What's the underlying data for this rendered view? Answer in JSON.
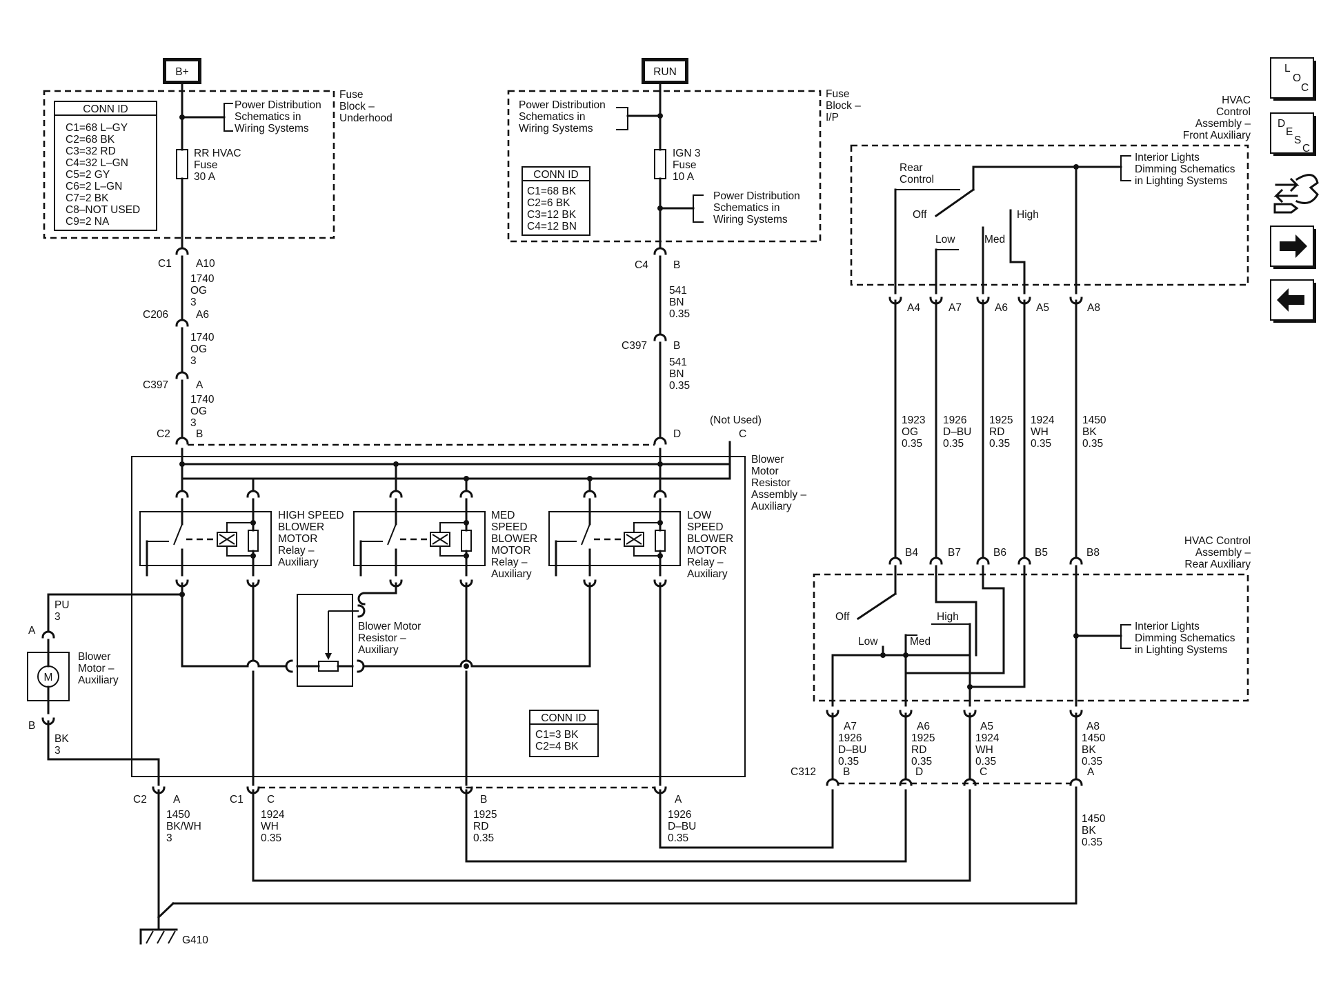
{
  "power": {
    "bplus": "B+",
    "run": "RUN"
  },
  "nav": {
    "loc": [
      "L",
      "O",
      "C"
    ],
    "desc": [
      "D",
      "E",
      "S",
      "C"
    ]
  },
  "underhood": {
    "title": [
      "Fuse",
      "Block –",
      "Underhood"
    ],
    "pds": [
      "Power Distribution",
      "Schematics in",
      "Wiring Systems"
    ],
    "fuse": [
      "RR HVAC",
      "Fuse",
      "30 A"
    ],
    "conn_title": "CONN ID",
    "conn": [
      "C1=68 L–GY",
      "C2=68 BK",
      "C3=32 RD",
      "C4=32 L–GN",
      "C5=2 GY",
      "C6=2 L–GN",
      "C7=2 BK",
      "C8–NOT USED",
      "C9=2 NA"
    ]
  },
  "ip": {
    "title": [
      "Fuse",
      "Block –",
      "I/P"
    ],
    "pds_top": [
      "Power Distribution",
      "Schematics in",
      "Wiring Systems"
    ],
    "fuse": [
      "IGN 3",
      "Fuse",
      "10 A"
    ],
    "pds_bottom": [
      "Power Distribution",
      "Schematics in",
      "Wiring Systems"
    ],
    "conn_title": "CONN ID",
    "conn": [
      "C1=68 BK",
      "C2=6 BK",
      "C3=12 BK",
      "C4=12 BN"
    ]
  },
  "left_path": {
    "c1": "C1",
    "a10": "A10",
    "w1": [
      "1740",
      "OG",
      "3"
    ],
    "c206": "C206",
    "a6": "A6",
    "w2": [
      "1740",
      "OG",
      "3"
    ],
    "c397": "C397",
    "a": "A",
    "w3": [
      "1740",
      "OG",
      "3"
    ],
    "c2": "C2",
    "b": "B"
  },
  "right_path": {
    "c4": "C4",
    "b1": "B",
    "w1": [
      "541",
      "BN",
      "0.35"
    ],
    "c397": "C397",
    "b2": "B",
    "w2": [
      "541",
      "BN",
      "0.35"
    ],
    "d": "D",
    "not_used": "(Not Used)",
    "c": "C"
  },
  "resistor_assembly": {
    "title": [
      "Blower",
      "Motor",
      "Resistor",
      "Assembly –",
      "Auxiliary"
    ],
    "high_relay": [
      "HIGH SPEED",
      "BLOWER",
      "MOTOR",
      "Relay –",
      "Auxiliary"
    ],
    "med_relay": [
      "MED",
      "SPEED",
      "BLOWER",
      "MOTOR",
      "Relay –",
      "Auxiliary"
    ],
    "low_relay": [
      "LOW",
      "SPEED",
      "BLOWER",
      "MOTOR",
      "Relay –",
      "Auxiliary"
    ],
    "resistor": [
      "Blower Motor",
      "Resistor –",
      "Auxiliary"
    ],
    "conn_title": "CONN ID",
    "conn": [
      "C1=3 BK",
      "C2=4 BK"
    ]
  },
  "blower_motor": {
    "label": [
      "Blower",
      "Motor –",
      "Auxiliary"
    ],
    "symbol": "M",
    "top_pin": "A",
    "top_wire": [
      "PU",
      "3"
    ],
    "bottom_pin": "B",
    "bottom_wire": [
      "BK",
      "3"
    ]
  },
  "bottom_connectors": {
    "c2": "C2",
    "a": "A",
    "w_a": [
      "1450",
      "BK/WH",
      "3"
    ],
    "c1": "C1",
    "c": "C",
    "w_c": [
      "1924",
      "WH",
      "0.35"
    ],
    "b": "B",
    "w_b": [
      "1925",
      "RD",
      "0.35"
    ],
    "a2": "A",
    "w_a2": [
      "1926",
      "D–BU",
      "0.35"
    ],
    "ground": "G410"
  },
  "front_aux": {
    "title": [
      "HVAC",
      "Control",
      "Assembly –",
      "Front Auxiliary"
    ],
    "interior": [
      "Interior Lights",
      "Dimming Schematics",
      "in Lighting Systems"
    ],
    "rear_control": [
      "Rear",
      "Control"
    ],
    "off": "Off",
    "low": "Low",
    "med": "Med",
    "high": "High",
    "pins": [
      "A4",
      "A7",
      "A6",
      "A5",
      "A8"
    ]
  },
  "mid_wires": [
    [
      "1923",
      "OG",
      "0.35"
    ],
    [
      "1926",
      "D–BU",
      "0.35"
    ],
    [
      "1925",
      "RD",
      "0.35"
    ],
    [
      "1924",
      "WH",
      "0.35"
    ],
    [
      "1450",
      "BK",
      "0.35"
    ]
  ],
  "rear_aux": {
    "title": [
      "HVAC Control",
      "Assembly –",
      "Rear Auxiliary"
    ],
    "pins": [
      "B4",
      "B7",
      "B6",
      "B5",
      "B8"
    ],
    "interior": [
      "Interior Lights",
      "Dimming Schematics",
      "in Lighting Systems"
    ],
    "off": "Off",
    "high": "High",
    "low": "Low",
    "med": "Med"
  },
  "c312": {
    "label": "C312",
    "top_pins": [
      "A7",
      "A6",
      "A5",
      "A8"
    ],
    "wires": [
      [
        "1926",
        "D–BU",
        "0.35"
      ],
      [
        "1925",
        "RD",
        "0.35"
      ],
      [
        "1924",
        "WH",
        "0.35"
      ],
      [
        "1450",
        "BK",
        "0.35"
      ]
    ],
    "bottom_pins": [
      "B",
      "D",
      "C",
      "A"
    ],
    "ground_wire": [
      "1450",
      "BK",
      "0.35"
    ]
  }
}
